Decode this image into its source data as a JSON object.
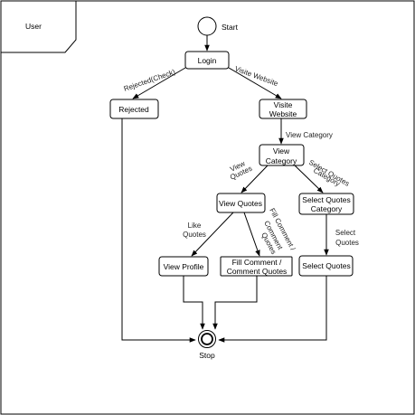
{
  "lane": {
    "label": "User"
  },
  "nodes": {
    "start": "Start",
    "login": "Login",
    "rejected": "Rejected",
    "visite_website": [
      "Visite",
      "Website"
    ],
    "view_category": [
      "View",
      "Category"
    ],
    "view_quotes": "View Quotes",
    "select_quotes_category": [
      "Select Quotes",
      "Category"
    ],
    "view_profile": "View Profile",
    "fill_comment": [
      "Fill Comment /",
      "Comment Quotes"
    ],
    "select_quotes": "Select Quotes",
    "stop": "Stop"
  },
  "edges": {
    "rejected_check": "Rejected(Check)",
    "visite_website": "Visite Website",
    "view_category": "View Category",
    "view_quotes": [
      "View",
      "Quotes"
    ],
    "select_quotes_category": [
      "Select Quotes",
      "Category"
    ],
    "like_quotes": [
      "Like",
      "Quotes"
    ],
    "fill_comment_quotes": [
      "Fill Comment /",
      "Comment",
      "Quotes"
    ],
    "select_quotes": [
      "Select",
      "Quotes"
    ]
  }
}
